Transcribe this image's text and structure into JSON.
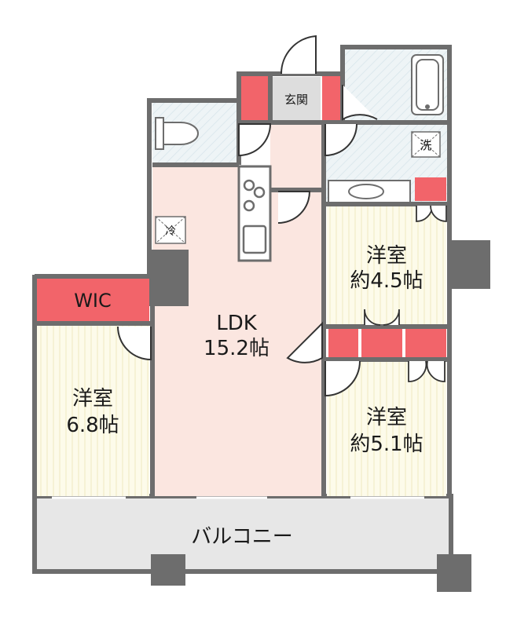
{
  "rooms": {
    "genkan": "玄関",
    "wash": "洗",
    "fridge": "冷",
    "wic": "WIC",
    "ldk_name": "LDK",
    "ldk_size": "15.2帖",
    "room_ne_name": "洋室",
    "room_ne_size": "約4.5帖",
    "room_se_name": "洋室",
    "room_se_size": "約5.1帖",
    "room_w_name": "洋室",
    "room_w_size": "6.8帖",
    "balcony": "バルコニー"
  },
  "colors": {
    "wall": "#6d6d6d",
    "storage": "#f2646a",
    "ldk_floor": "#fbe6e0",
    "room_floor": "#fdfbea",
    "wet_floor": "#eef4f6",
    "balcony_floor": "#e7e7e7",
    "genkan_floor": "#dddddd"
  }
}
